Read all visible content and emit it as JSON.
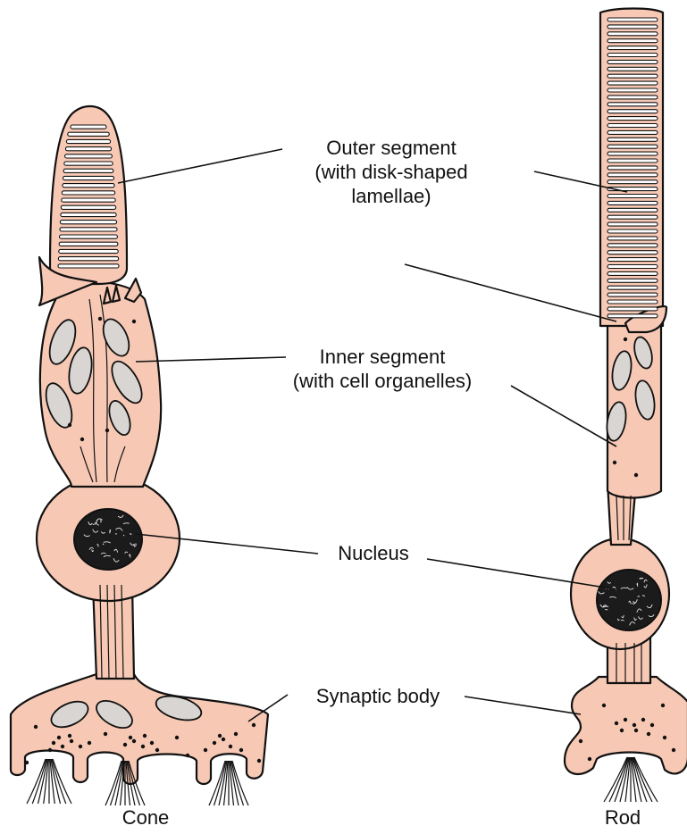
{
  "labels": {
    "outer_segment": "Outer segment",
    "outer_segment_note_1": "(with disk-shaped",
    "outer_segment_note_2": "lamellae)",
    "inner_segment": "Inner segment",
    "inner_segment_note": "(with cell organelles)",
    "nucleus": "Nucleus",
    "synaptic_body": "Synaptic body",
    "cone": "Cone",
    "rod": "Rod"
  },
  "colors": {
    "cytoplasm": "#f7c9b5",
    "outline": "#111111",
    "nucleus": "#1b1b1b",
    "disk": "#ffffff"
  }
}
